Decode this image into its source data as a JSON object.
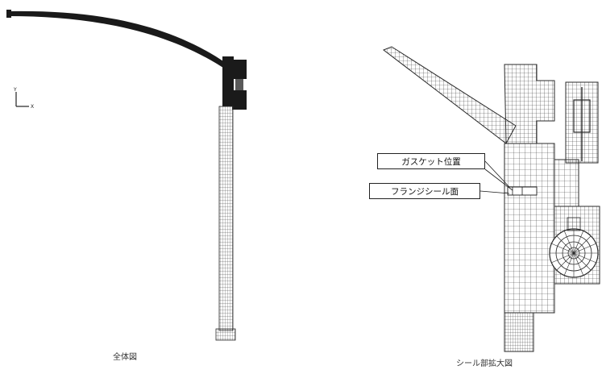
{
  "figure": {
    "left_panel": {
      "caption": "全体図"
    },
    "right_panel": {
      "caption": "シール部拡大図",
      "callouts": {
        "gasket_position": "ガスケット位置",
        "flange_seal_face": "フランジシール面"
      }
    },
    "axis_triad": {
      "labels": [
        "Y",
        "X"
      ]
    }
  },
  "colors": {
    "ink": "#1a1a1a",
    "mesh": "#3a3a3a",
    "background": "#ffffff"
  }
}
